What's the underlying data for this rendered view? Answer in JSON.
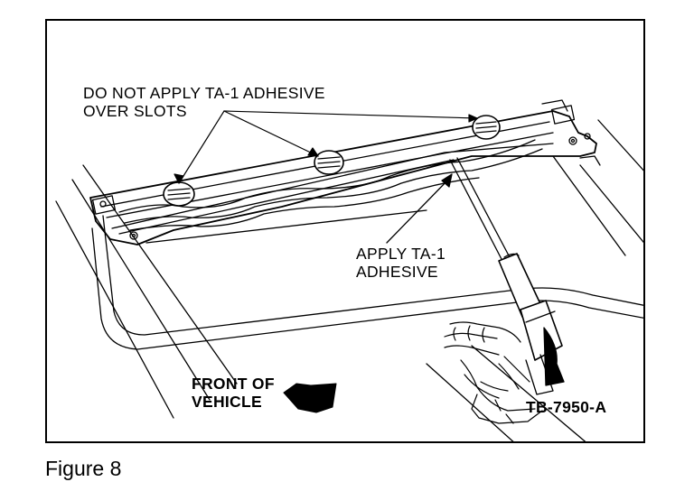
{
  "figure": {
    "caption": "Figure 8",
    "labels": {
      "warning_line1": "DO NOT APPLY TA-1 ADHESIVE",
      "warning_line2": "OVER SLOTS",
      "apply_line1": "APPLY TA-1",
      "apply_line2": "ADHESIVE",
      "front_line1": "FRONT OF",
      "front_line2": "VEHICLE",
      "code": "TB-7950-A"
    }
  }
}
